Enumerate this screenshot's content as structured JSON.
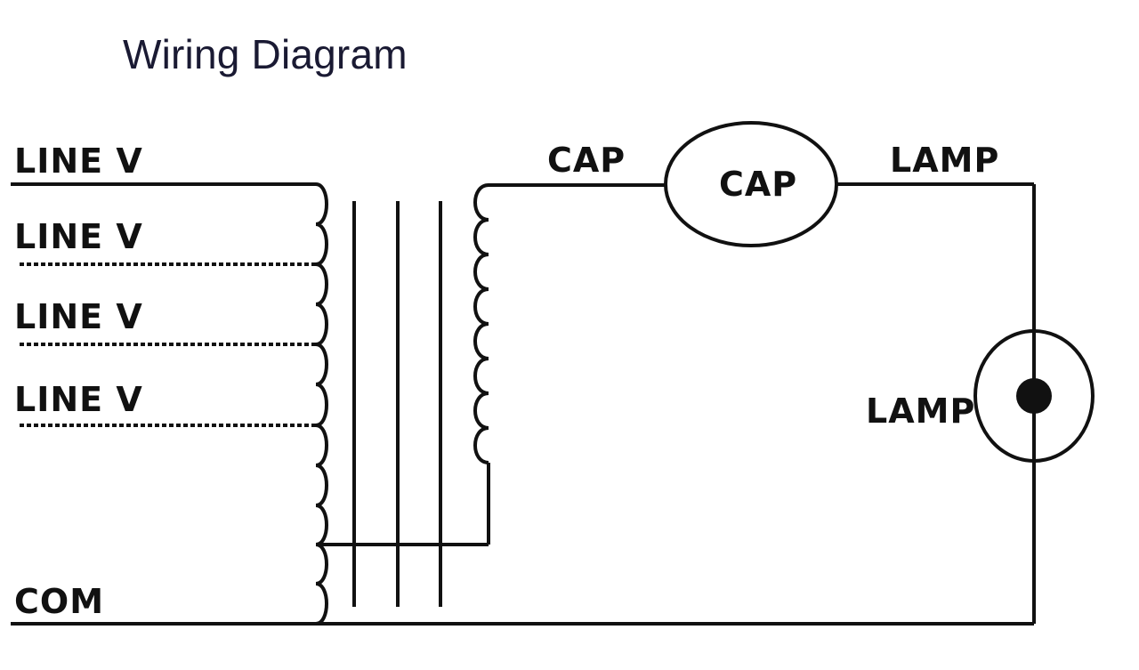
{
  "title": "Wiring Diagram",
  "labels": {
    "line_v_1": "LINE V",
    "line_v_2": "LINE V",
    "line_v_3": "LINE V",
    "line_v_4": "LINE V",
    "com": "COM",
    "cap_wire": "CAP",
    "cap_component": "CAP",
    "lamp_wire": "LAMP",
    "lamp_component": "LAMP"
  },
  "colors": {
    "line": "#111111",
    "title": "#1a1a33",
    "background": "#ffffff"
  }
}
